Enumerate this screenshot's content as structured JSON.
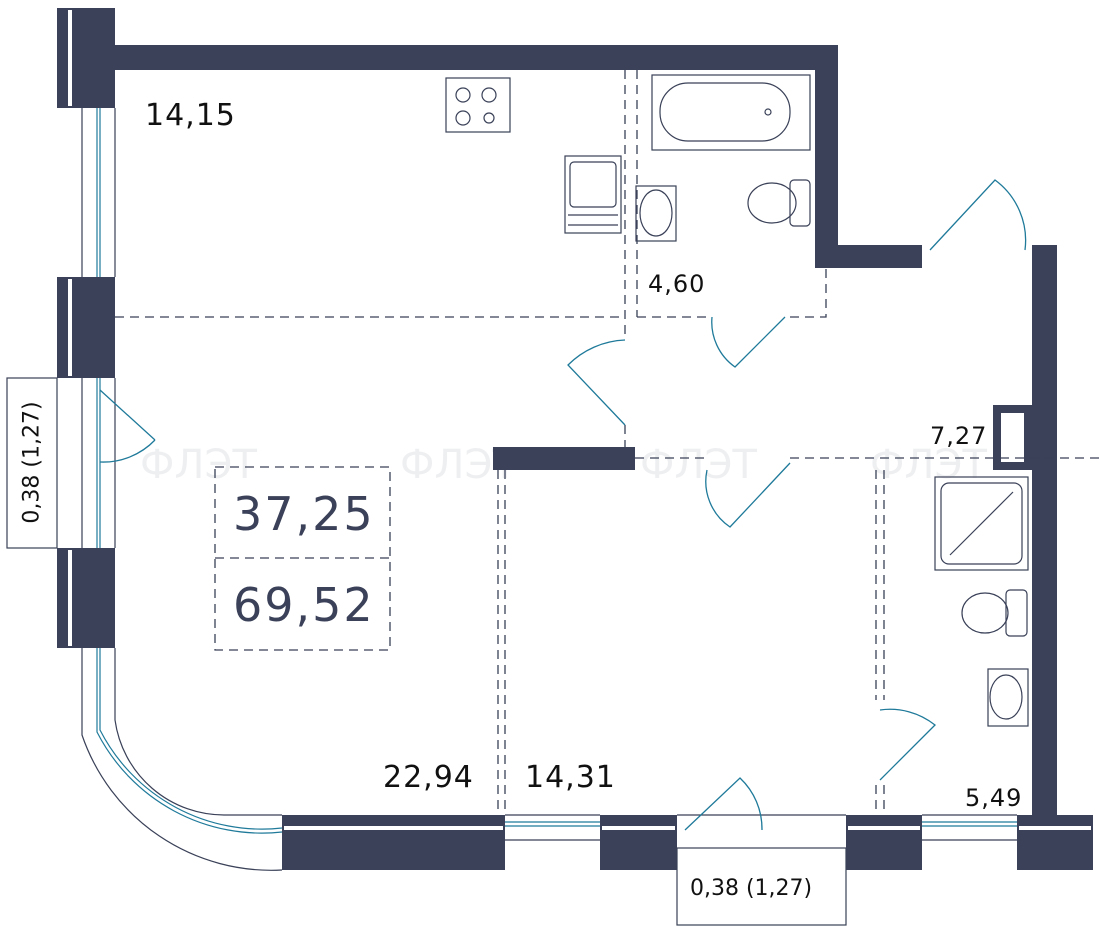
{
  "rooms": {
    "kitchen_area": "14,15",
    "bathroom_area": "4,60",
    "hall_area": "7,27",
    "living_area": "22,94",
    "bedroom_area": "14,31",
    "shower_room_area": "5,49"
  },
  "totals": {
    "living_total": "37,25",
    "total_area": "69,52"
  },
  "balconies": {
    "left": "0,38  (1,27)",
    "bottom": "0,38  (1,27)"
  },
  "watermark": "ФЛЭТ",
  "colors": {
    "wall": "#3a4158",
    "door": "#1f7a9a",
    "line": "#3a4158"
  }
}
